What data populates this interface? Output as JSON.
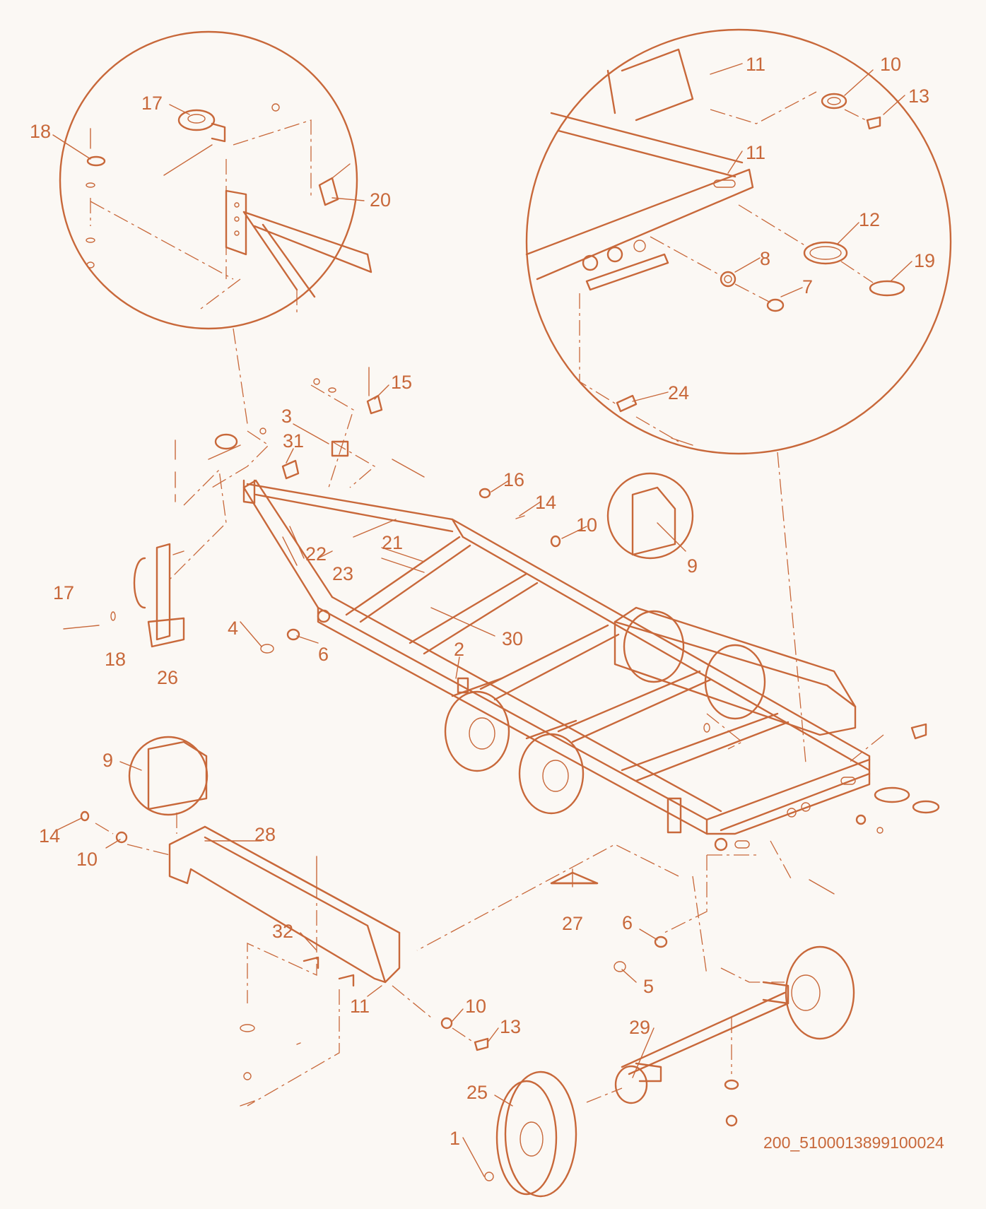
{
  "drawing": {
    "accent_color": "#c8683a",
    "background_color": "#fbf8f4",
    "drawing_code": "200_5100013899100024"
  },
  "callouts": {
    "top_left_detail": [
      "18",
      "17",
      "20"
    ],
    "top_right_detail": [
      "11",
      "10",
      "13",
      "11",
      "12",
      "8",
      "7",
      "19",
      "24"
    ],
    "main_frame": [
      "15",
      "3",
      "31",
      "16",
      "14",
      "10",
      "9",
      "21",
      "22",
      "23",
      "17",
      "18",
      "26",
      "4",
      "6",
      "30",
      "2"
    ],
    "fender_detail": [
      "9",
      "14",
      "10",
      "28",
      "32",
      "11",
      "10",
      "13"
    ],
    "lower_parts": [
      "27",
      "6",
      "5",
      "29",
      "25",
      "1"
    ]
  }
}
